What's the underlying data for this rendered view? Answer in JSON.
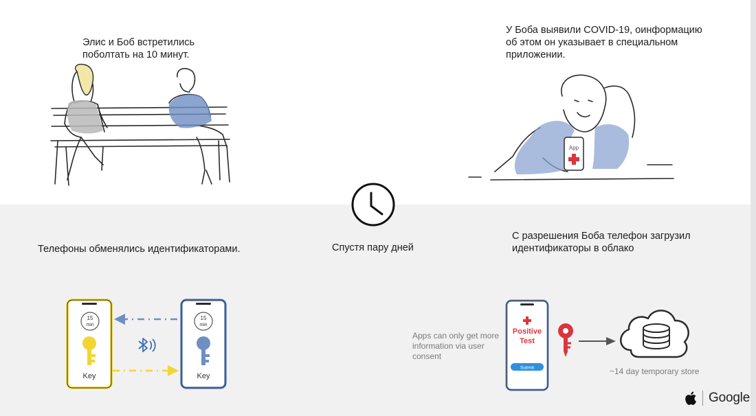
{
  "captions": {
    "meet": "Элис и Боб встретились поболтать на 10 минут.",
    "diagnosed": "У Боба выявили COVID-19, оинформацию об этом он указывает в специальном приложении.",
    "exchanged": "Телефоны обменялись идентификаторами.",
    "days_later": "Спустя пару дней",
    "uploaded": "С разрешения Боба телефон загрузил идентификаторы в облако"
  },
  "phones": {
    "timer_number": "15",
    "timer_unit": "min",
    "key_label": "Key",
    "app_label": "App"
  },
  "positive_phone": {
    "line1": "Positive",
    "line2": "Test",
    "submit": "Submit"
  },
  "notes": {
    "consent": "Apps can only get more information via user consent",
    "store": "~14 day temporary store"
  },
  "logo": {
    "brand": "Google"
  },
  "colors": {
    "yellow": "#f2d533",
    "blue": "#6e8ec4",
    "red": "#d9363e",
    "dark": "#2a2a2a"
  },
  "icons": [
    "clock-icon",
    "bluetooth-icon",
    "cloud-icon",
    "database-icon",
    "key-icon",
    "apple-icon"
  ]
}
